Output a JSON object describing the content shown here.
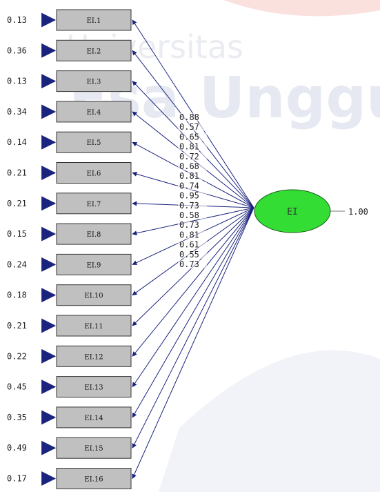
{
  "watermark": {
    "line1": "Universitas",
    "line2": "Esa Unggul"
  },
  "latent": {
    "label": "EI",
    "variance": "1.00",
    "fill": "#33dd33"
  },
  "indicators": [
    {
      "label": "EI.1",
      "error": "0.13",
      "loading": "0.88"
    },
    {
      "label": "EI.2",
      "error": "0.36",
      "loading": "0.57"
    },
    {
      "label": "EI.3",
      "error": "0.13",
      "loading": "0.65"
    },
    {
      "label": "EI.4",
      "error": "0.34",
      "loading": "0.81"
    },
    {
      "label": "EI.5",
      "error": "0.14",
      "loading": "0.72"
    },
    {
      "label": "EI.6",
      "error": "0.21",
      "loading": "0.68"
    },
    {
      "label": "EI.7",
      "error": "0.21",
      "loading": "0.81"
    },
    {
      "label": "EI.8",
      "error": "0.15",
      "loading": "0.74"
    },
    {
      "label": "EI.9",
      "error": "0.24",
      "loading": "0.95"
    },
    {
      "label": "EI.10",
      "error": "0.18",
      "loading": "0.73"
    },
    {
      "label": "EI.11",
      "error": "0.21",
      "loading": "0.58"
    },
    {
      "label": "EI.12",
      "error": "0.22",
      "loading": "0.73"
    },
    {
      "label": "EI.13",
      "error": "0.45",
      "loading": "0.81"
    },
    {
      "label": "EI.14",
      "error": "0.35",
      "loading": "0.61"
    },
    {
      "label": "EI.15",
      "error": "0.49",
      "loading": "0.55"
    },
    {
      "label": "EI.16",
      "error": "0.17",
      "loading": "0.73"
    }
  ],
  "colors": {
    "box_fill": "#c0c0c0",
    "arrow": "#1a237e",
    "error_arrow": "#10106b"
  }
}
